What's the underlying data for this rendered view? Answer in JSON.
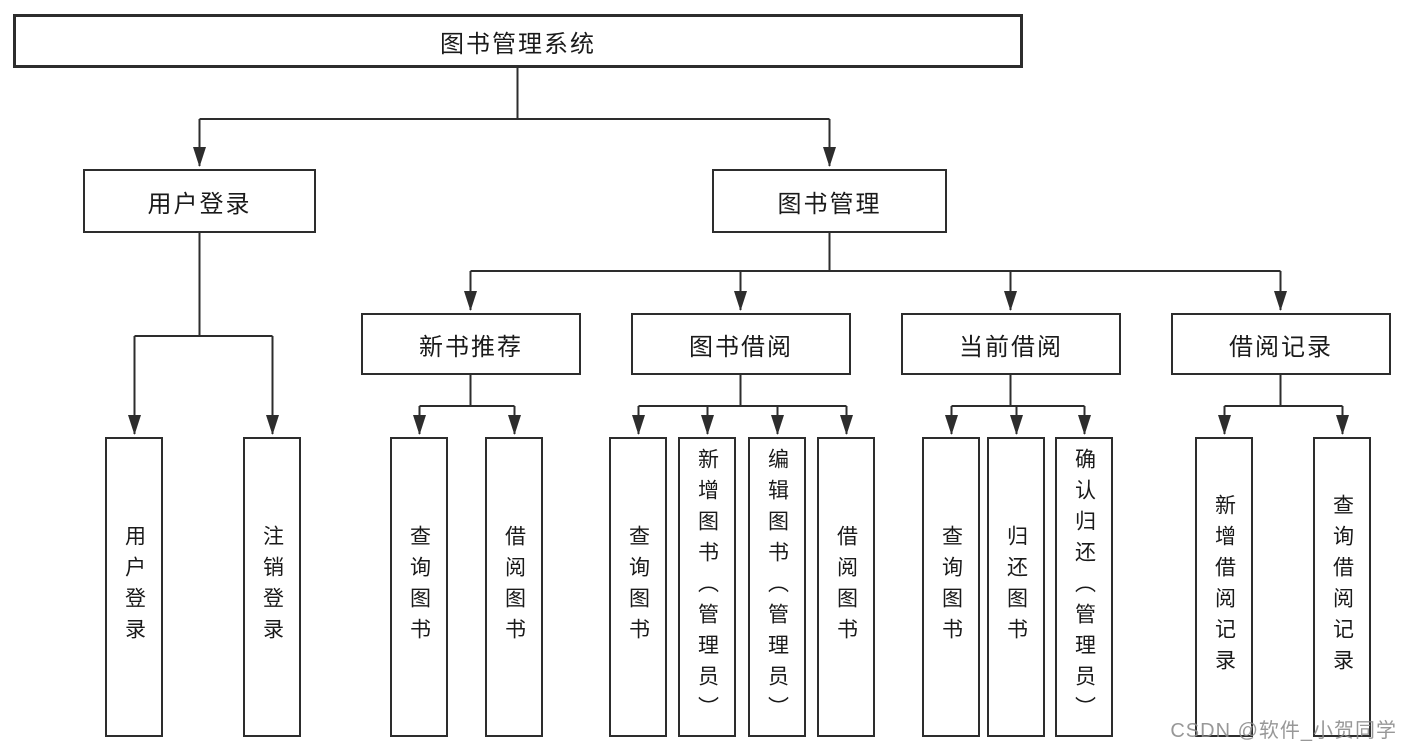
{
  "diagram": {
    "root": {
      "label": "图书管理系统"
    },
    "branches": [
      {
        "label": "用户登录",
        "leaves": [
          {
            "label": "用户登录"
          },
          {
            "label": "注销登录"
          }
        ]
      },
      {
        "label": "图书管理",
        "groups": [
          {
            "label": "新书推荐",
            "leaves": [
              {
                "label": "查询图书"
              },
              {
                "label": "借阅图书"
              }
            ]
          },
          {
            "label": "图书借阅",
            "leaves": [
              {
                "label": "查询图书"
              },
              {
                "label": "新增图书（管理员）"
              },
              {
                "label": "编辑图书（管理员）"
              },
              {
                "label": "借阅图书"
              }
            ]
          },
          {
            "label": "当前借阅",
            "leaves": [
              {
                "label": "查询图书"
              },
              {
                "label": "归还图书"
              },
              {
                "label": "确认归还（管理员）"
              }
            ]
          },
          {
            "label": "借阅记录",
            "leaves": [
              {
                "label": "新增借阅记录"
              },
              {
                "label": "查询借阅记录"
              }
            ]
          }
        ]
      }
    ]
  },
  "watermark": {
    "text": "CSDN @软件_小贺同学",
    "color": "#8a8a8a"
  },
  "colors": {
    "line": "#2d2d2d",
    "box_border": "#2d2d2d",
    "box_fill": "#ffffff",
    "text": "#1a1a1a",
    "background": "#ffffff"
  }
}
